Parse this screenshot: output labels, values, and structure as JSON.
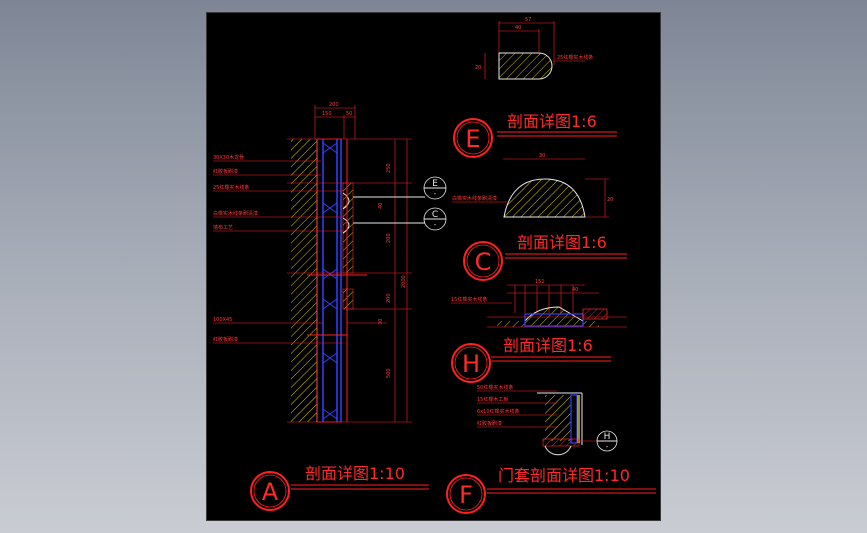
{
  "titles": {
    "e": {
      "letter": "E",
      "text": "剖面详图1:6"
    },
    "c": {
      "letter": "C",
      "text": "剖面详图1:6"
    },
    "h": {
      "letter": "H",
      "text": "剖面详图1:6"
    },
    "a": {
      "letter": "A",
      "text": "剖面详图1:10"
    },
    "f": {
      "letter": "F",
      "text": "门套剖面详图1:10"
    }
  },
  "callouts": {
    "upper": {
      "letter": "E",
      "sub": "-"
    },
    "middle": {
      "letter": "C",
      "sub": "-"
    },
    "lower": {
      "letter": "H",
      "sub": "-"
    }
  },
  "notes_a": [
    "30X30木龙骨",
    "红胶板刷漆",
    "25红橡实木线条",
    "白橡实木线条刷清漆",
    "墙布工艺",
    "100X45",
    "红胶板刷漆"
  ],
  "notes_f": [
    "50红橡实木线条",
    "15红橡木工板",
    "6x10红橡实木线条",
    "红胶板刷漆"
  ],
  "notes_c": [
    "白橡实木线条刷清漆"
  ],
  "notes_h": [
    "15红橡实木线条"
  ],
  "dims": {
    "e_top": "57",
    "e_inner": "40",
    "e_side": "20",
    "c_top": "30",
    "c_side": "20",
    "a_top": "200",
    "a_top_l": "150",
    "a_top_r": "50",
    "a_v1": "250",
    "a_v2": "200",
    "a_v3": "200",
    "a_v4": "500",
    "a_v_total": "2000",
    "a_v5": "30",
    "a_v6": "40",
    "h_1": "151",
    "h_2": "40"
  },
  "colors": {
    "background": "#000000",
    "line": "#ff2020",
    "hatch": "#e0d000",
    "panel": "#3040ff",
    "text": "#ff2a2a"
  }
}
